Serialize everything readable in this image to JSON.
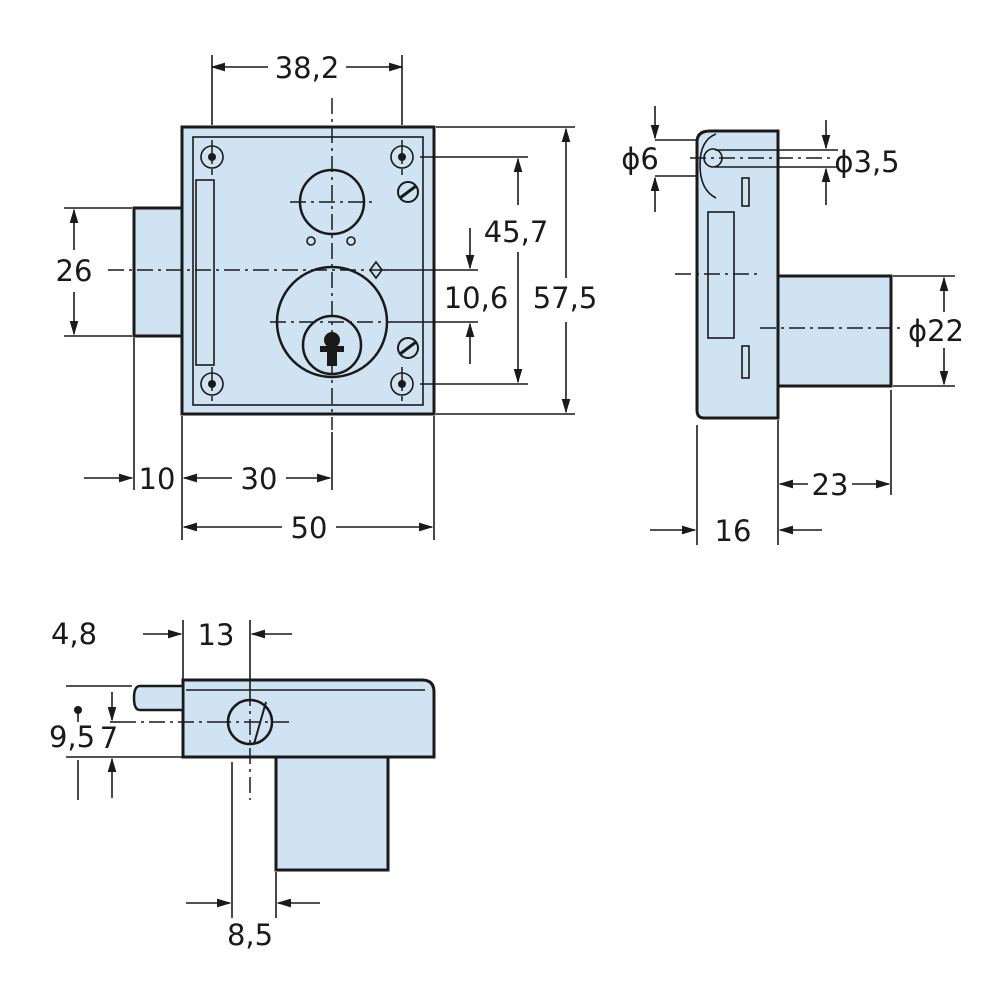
{
  "front_view": {
    "dimensions": {
      "hole_spacing": "38,2",
      "bolt_height": "26",
      "hole_vertical": "45,7",
      "cyl_offset": "10,6",
      "total_height": "57,5",
      "bolt_throw": "10",
      "center_offset": "30",
      "total_width": "50"
    }
  },
  "side_view": {
    "dimensions": {
      "dia_small_hole": "ϕ6",
      "dia_screw": "ϕ3,5",
      "dia_cylinder": "ϕ22",
      "cylinder_length": "23",
      "case_depth": "16"
    }
  },
  "bottom_view": {
    "dimensions": {
      "bolt_thickness": "4,8",
      "bolt_to_cylinder": "13",
      "offset_a": "9,5",
      "offset_b": "7",
      "step": "8,5"
    }
  },
  "colors": {
    "part_fill": "#cfe3f2",
    "ink": "#1a1a1a"
  }
}
